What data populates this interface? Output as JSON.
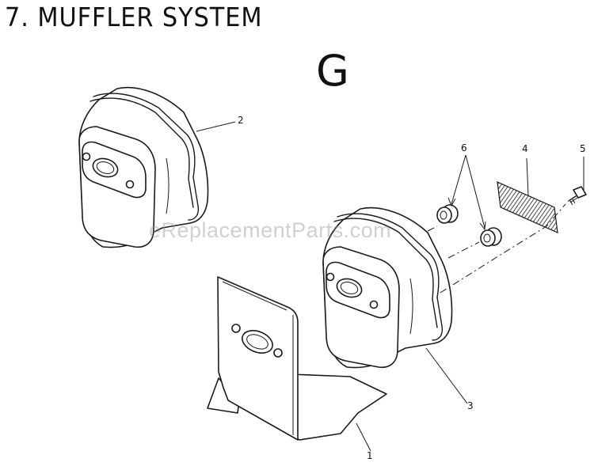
{
  "page": {
    "title": "7.  MUFFLER SYSTEM",
    "section_letter": "G",
    "watermark": "eReplacementParts.com"
  },
  "callouts": [
    {
      "id": "1",
      "label": "1"
    },
    {
      "id": "2",
      "label": "2"
    },
    {
      "id": "3",
      "label": "3"
    },
    {
      "id": "4",
      "label": "4"
    },
    {
      "id": "5",
      "label": "5"
    },
    {
      "id": "6",
      "label": "6"
    }
  ],
  "colors": {
    "line": "#1a1a1a",
    "background": "#ffffff",
    "watermark": "#969696"
  }
}
